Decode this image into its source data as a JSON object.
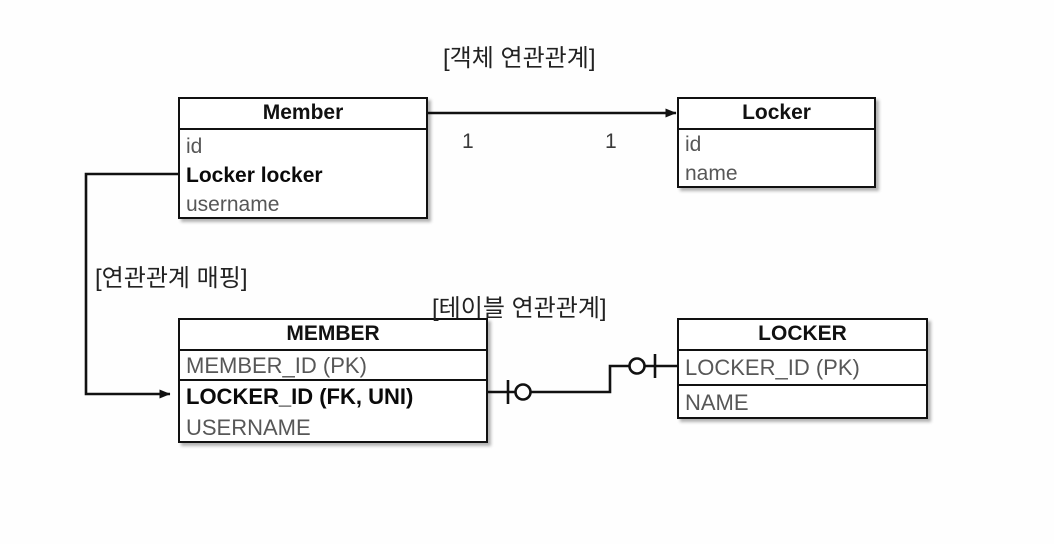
{
  "diagram": {
    "title_object_relation": "[객체 연관관계]",
    "title_mapping": "[연관관계 매핑]",
    "title_table_relation": "[테이블 연관관계]",
    "colors": {
      "background": "#fefefe",
      "border": "#111111",
      "text_normal": "#575757",
      "text_bold": "#0a0a0a",
      "caption": "#222222"
    }
  },
  "object_model": {
    "member": {
      "title": "Member",
      "fields": [
        {
          "label": "id",
          "bold": false
        },
        {
          "label": "Locker locker",
          "bold": true
        },
        {
          "label": "username",
          "bold": false
        }
      ]
    },
    "locker": {
      "title": "Locker",
      "fields": [
        {
          "label": "id",
          "bold": false
        },
        {
          "label": "name",
          "bold": false
        }
      ]
    },
    "association": {
      "multiplicity_source": "1",
      "multiplicity_target": "1",
      "arrow_direction": "member-to-locker"
    }
  },
  "table_model": {
    "member_table": {
      "title": "MEMBER",
      "primary_key": {
        "label": "MEMBER_ID (PK)",
        "bold": false
      },
      "fields": [
        {
          "label": "LOCKER_ID (FK, UNI)",
          "bold": true
        },
        {
          "label": "USERNAME",
          "bold": false
        }
      ]
    },
    "locker_table": {
      "title": "LOCKER",
      "primary_key": {
        "label": "LOCKER_ID (PK)",
        "bold": false
      },
      "fields": [
        {
          "label": "NAME",
          "bold": false
        }
      ]
    },
    "relationship": {
      "left_notation": "zero-or-one",
      "right_notation": "zero-or-one"
    }
  }
}
